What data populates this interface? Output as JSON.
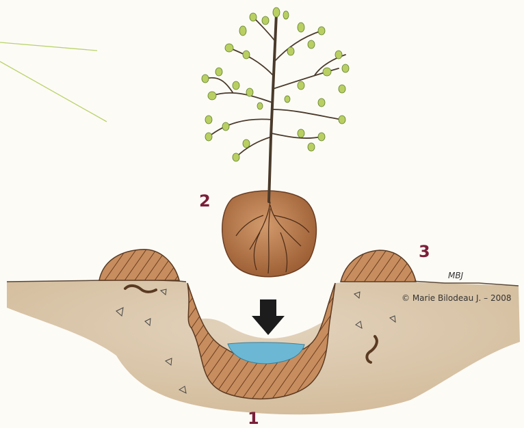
{
  "labels": {
    "hole": "1",
    "tree": "2",
    "soil_mound": "3"
  },
  "copyright": "© Marie Bilodeau J. – 2008",
  "artist_initials": "MBJ",
  "colors": {
    "step_number": "#7a1f3a",
    "soil": "#dcc9ad",
    "mound": "#a0643c",
    "rootball": "#b97a52",
    "water": "#6cb8d4",
    "leaf": "#b9cf62",
    "sun_ray": "#b8d36a"
  }
}
